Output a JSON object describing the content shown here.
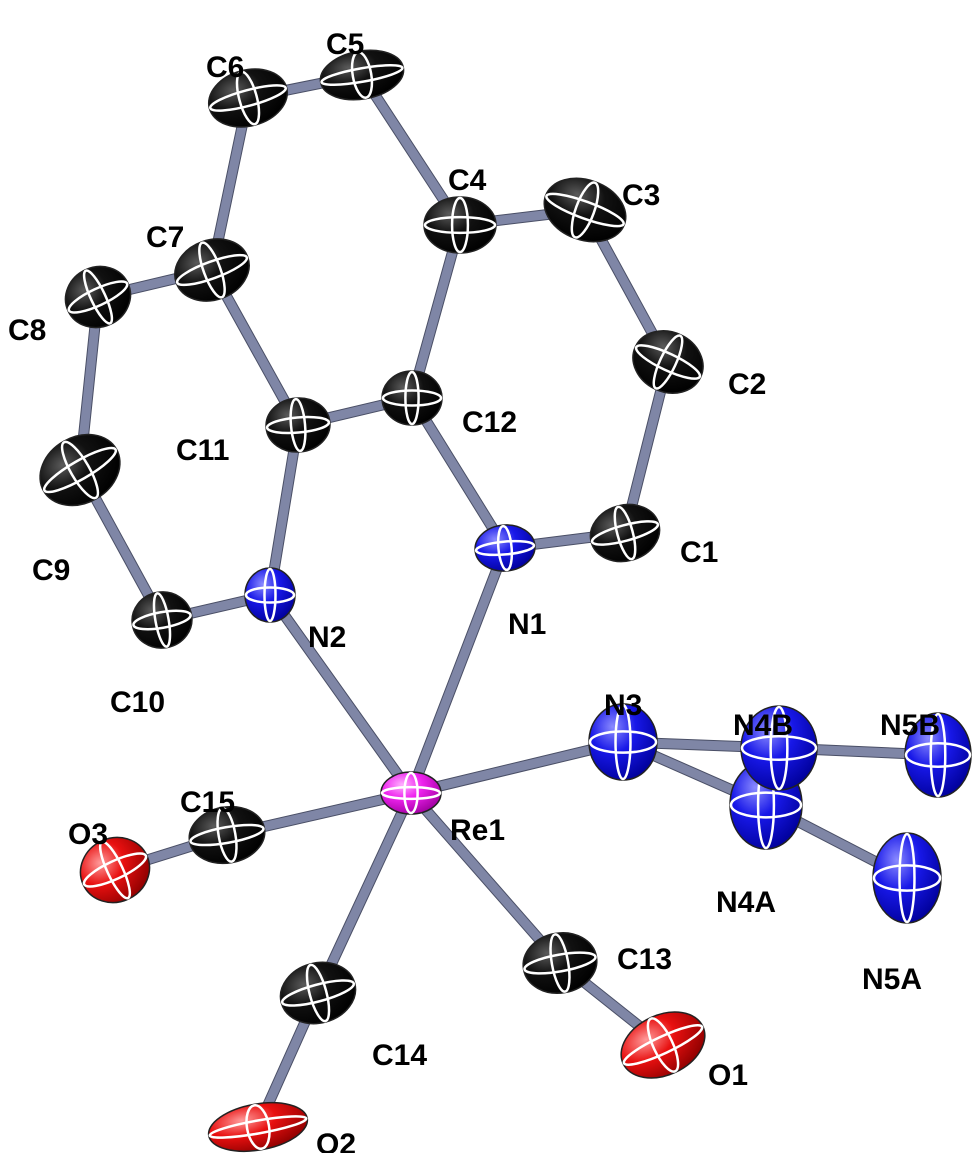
{
  "diagram": {
    "atoms": [
      {
        "id": "C1",
        "label": "C1",
        "element": "C",
        "color": "#000000"
      },
      {
        "id": "C2",
        "label": "C2",
        "element": "C",
        "color": "#000000"
      },
      {
        "id": "C3",
        "label": "C3",
        "element": "C",
        "color": "#000000"
      },
      {
        "id": "C4",
        "label": "C4",
        "element": "C",
        "color": "#000000"
      },
      {
        "id": "C5",
        "label": "C5",
        "element": "C",
        "color": "#000000"
      },
      {
        "id": "C6",
        "label": "C6",
        "element": "C",
        "color": "#000000"
      },
      {
        "id": "C7",
        "label": "C7",
        "element": "C",
        "color": "#000000"
      },
      {
        "id": "C8",
        "label": "C8",
        "element": "C",
        "color": "#000000"
      },
      {
        "id": "C9",
        "label": "C9",
        "element": "C",
        "color": "#000000"
      },
      {
        "id": "C10",
        "label": "C10",
        "element": "C",
        "color": "#000000"
      },
      {
        "id": "C11",
        "label": "C11",
        "element": "C",
        "color": "#000000"
      },
      {
        "id": "C12",
        "label": "C12",
        "element": "C",
        "color": "#000000"
      },
      {
        "id": "N1",
        "label": "N1",
        "element": "N",
        "color": "#1010e0"
      },
      {
        "id": "N2",
        "label": "N2",
        "element": "N",
        "color": "#1010e0"
      },
      {
        "id": "N3",
        "label": "N3",
        "element": "N",
        "color": "#1010e0"
      },
      {
        "id": "N4A",
        "label": "N4A",
        "element": "N",
        "color": "#1010e0"
      },
      {
        "id": "N4B",
        "label": "N4B",
        "element": "N",
        "color": "#1010e0"
      },
      {
        "id": "N5A",
        "label": "N5A",
        "element": "N",
        "color": "#1010e0"
      },
      {
        "id": "N5B",
        "label": "N5B",
        "element": "N",
        "color": "#1010e0"
      },
      {
        "id": "Re1",
        "label": "Re1",
        "element": "Re",
        "color": "#e020e0"
      },
      {
        "id": "C13",
        "label": "C13",
        "element": "C",
        "color": "#000000"
      },
      {
        "id": "C14",
        "label": "C14",
        "element": "C",
        "color": "#000000"
      },
      {
        "id": "C15",
        "label": "C15",
        "element": "C",
        "color": "#000000"
      },
      {
        "id": "O1",
        "label": "O1",
        "element": "O",
        "color": "#e01010"
      },
      {
        "id": "O2",
        "label": "O2",
        "element": "O",
        "color": "#e01010"
      },
      {
        "id": "O3",
        "label": "O3",
        "element": "O",
        "color": "#e01010"
      }
    ],
    "bonds": [
      [
        "C5",
        "C6"
      ],
      [
        "C5",
        "C4"
      ],
      [
        "C6",
        "C7"
      ],
      [
        "C4",
        "C3"
      ],
      [
        "C4",
        "C12"
      ],
      [
        "C3",
        "C2"
      ],
      [
        "C2",
        "C1"
      ],
      [
        "C1",
        "N1"
      ],
      [
        "N1",
        "C12"
      ],
      [
        "C12",
        "C11"
      ],
      [
        "C11",
        "C7"
      ],
      [
        "C7",
        "C8"
      ],
      [
        "C8",
        "C9"
      ],
      [
        "C9",
        "C10"
      ],
      [
        "C10",
        "N2"
      ],
      [
        "N2",
        "C11"
      ],
      [
        "N1",
        "Re1"
      ],
      [
        "N2",
        "Re1"
      ],
      [
        "Re1",
        "N3"
      ],
      [
        "N3",
        "N4B"
      ],
      [
        "N3",
        "N4A"
      ],
      [
        "N4B",
        "N5B"
      ],
      [
        "N4A",
        "N5A"
      ],
      [
        "Re1",
        "C15"
      ],
      [
        "C15",
        "O3"
      ],
      [
        "Re1",
        "C14"
      ],
      [
        "C14",
        "O2"
      ],
      [
        "Re1",
        "C13"
      ],
      [
        "C13",
        "O1"
      ]
    ]
  }
}
